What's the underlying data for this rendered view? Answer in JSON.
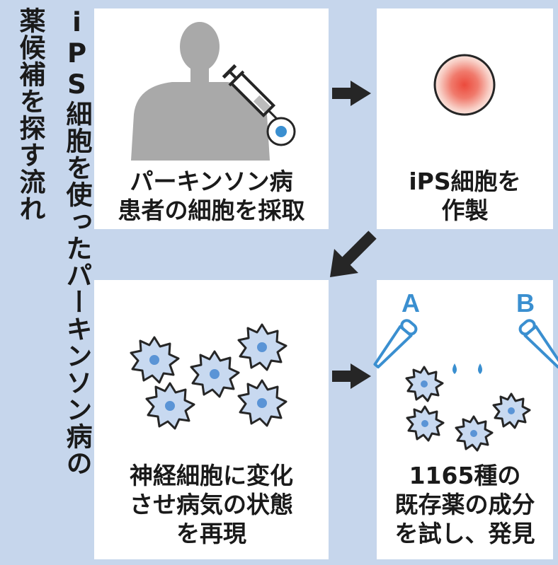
{
  "title": {
    "line1": "iPS細胞を使ったパーキンソン病の",
    "line2": "薬候補を探す流れ"
  },
  "steps": [
    {
      "line1": "パーキンソン病",
      "line2": "患者の細胞を採取"
    },
    {
      "line1": "iPS細胞を",
      "line2": "作製"
    },
    {
      "line1": "神経細胞に変化",
      "line2": "させ病気の状態",
      "line3": "を再現"
    },
    {
      "line1": "1165種の",
      "line2": "既存薬の成分",
      "line3": "を試し、発見"
    }
  ],
  "labels": {
    "dropper_a": "A",
    "dropper_b": "B"
  },
  "colors": {
    "background": "#c6d6ec",
    "accent_blue": "#3a8fd0",
    "ips_cell_red": "#ec5a4c",
    "silhouette_gray": "#a9a9a9",
    "arrow": "#262626"
  }
}
